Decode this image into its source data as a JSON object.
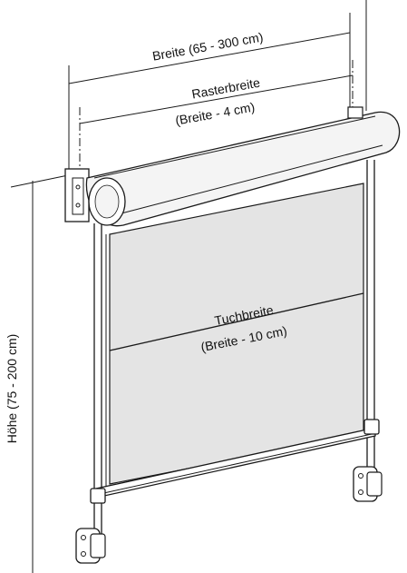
{
  "labels": {
    "width_total": "Breite (65 - 300 cm)",
    "grid_width_title": "Rasterbreite",
    "grid_width_formula": "(Breite - 4 cm)",
    "fabric_width_title": "Tuchbreite",
    "fabric_width_formula": "(Breite - 10 cm)",
    "height_total": "Höhe (75 - 200 cm)"
  },
  "colors": {
    "fabric": "#e4e4e4",
    "cassette_top": "#f4f4f4",
    "cassette_front": "#ffffff",
    "line": "#1a1a1a"
  }
}
